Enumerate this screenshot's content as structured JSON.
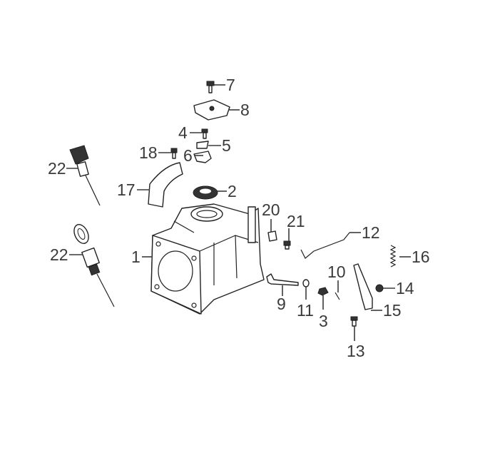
{
  "diagram": {
    "title": "Cylinder block exploded parts diagram",
    "callouts": {
      "c7": "7",
      "c8": "8",
      "c4": "4",
      "c5": "5",
      "c18": "18",
      "c6": "6",
      "c22a": "22",
      "c17": "17",
      "c2": "2",
      "c20": "20",
      "c21": "21",
      "c12": "12",
      "c16": "16",
      "c1": "1",
      "c22b": "22",
      "c10": "10",
      "c14": "14",
      "c9": "9",
      "c11": "11",
      "c3": "3",
      "c15": "15",
      "c13": "13"
    }
  }
}
